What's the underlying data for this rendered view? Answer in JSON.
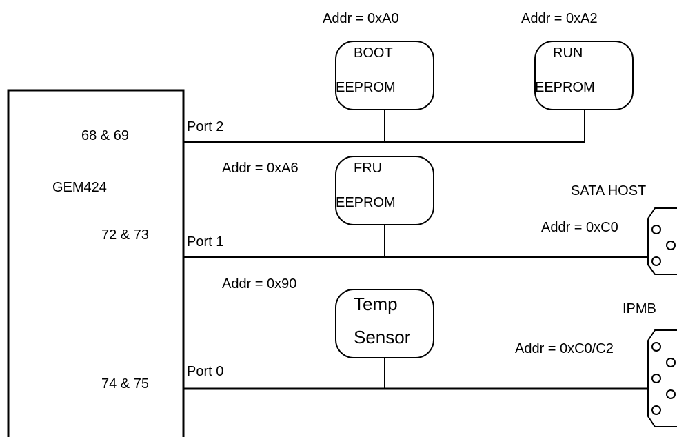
{
  "chip": {
    "name": "GEM424"
  },
  "pins": {
    "port2": "68 & 69",
    "port1": "72 & 73",
    "port0": "74 & 75"
  },
  "ports": {
    "port2": "Port 2",
    "port1": "Port 1",
    "port0": "Port 0"
  },
  "devices": {
    "boot": {
      "addr": "Addr = 0xA0",
      "line1": "BOOT",
      "line2": "EEPROM"
    },
    "run": {
      "addr": "Addr = 0xA2",
      "line1": "RUN",
      "line2": "EEPROM"
    },
    "fru": {
      "addr": "Addr = 0xA6",
      "line1": "FRU",
      "line2": "EEPROM"
    },
    "temp": {
      "addr": "Addr = 0x90",
      "line1": "Temp",
      "line2": "Sensor"
    }
  },
  "connectors": {
    "sata": {
      "title": "SATA HOST",
      "addr": "Addr = 0xC0"
    },
    "ipmb": {
      "title": "IPMB",
      "addr": "Addr = 0xC0/C2"
    }
  }
}
